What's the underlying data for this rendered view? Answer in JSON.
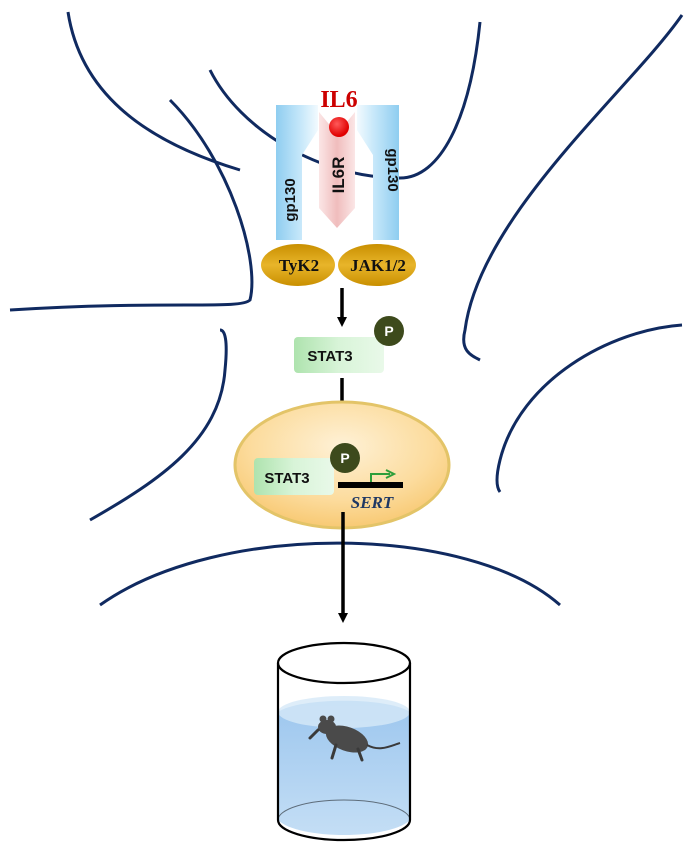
{
  "labels": {
    "ligand": "IL6",
    "receptor": "IL6R",
    "coreceptor_left": "gp130",
    "coreceptor_right": "gp130",
    "kinase_left": "TyK2",
    "kinase_right": "JAK1/2",
    "cytoplasmic_factor": "STAT3",
    "cytoplasmic_phospho": "P",
    "nuclear_factor": "STAT3",
    "nuclear_phospho": "P",
    "gene": "SERT"
  },
  "colors": {
    "membrane": "#102a60",
    "ligand": "#e00000",
    "ligand_text": "#cc0000",
    "gp130": "#a9d8f2",
    "il6r": "#f2c4c4",
    "kinase": "#d9a300",
    "stat3": "#c8efc8",
    "phospho": "#3d4a1c",
    "nucleus": "#fbd38a",
    "nucleus_border": "#e3c468",
    "gene_text": "#1f3864",
    "tss_arrow": "#2e9e3a",
    "water": "#a8cdf0"
  },
  "icons": {
    "swim_test": "mouse-in-water-cylinder-icon",
    "transcription_start": "green-bent-arrow-icon"
  }
}
